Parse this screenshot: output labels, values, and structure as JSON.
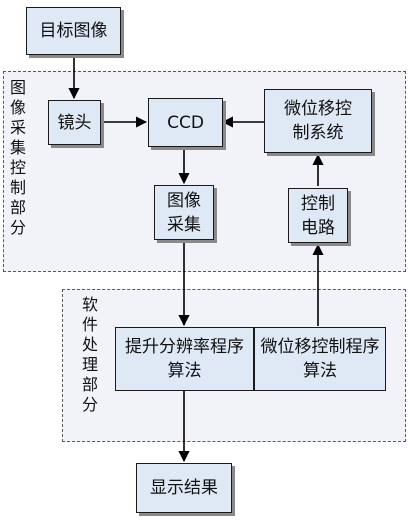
{
  "regions": {
    "capture": {
      "label": "图像采集控制部分"
    },
    "software": {
      "label": "软件处理部分"
    }
  },
  "nodes": {
    "target_image": "目标图像",
    "lens": "镜头",
    "ccd": "CCD",
    "micro_control_system": "微位移控制系统",
    "image_capture": "图像采集",
    "control_circuit": "控制电路",
    "resolution_algorithm": "提升分辨率程序算法",
    "micro_control_algorithm": "微位移控制程序算法",
    "display_result": "显示结果"
  },
  "edges": [
    {
      "from": "target_image",
      "to": "lens"
    },
    {
      "from": "lens",
      "to": "ccd"
    },
    {
      "from": "micro_control_system",
      "to": "ccd"
    },
    {
      "from": "ccd",
      "to": "image_capture"
    },
    {
      "from": "image_capture",
      "to": "resolution_algorithm"
    },
    {
      "from": "control_circuit",
      "to": "micro_control_system"
    },
    {
      "from": "micro_control_algorithm",
      "to": "control_circuit"
    },
    {
      "from": "resolution_algorithm",
      "to": "display_result"
    }
  ],
  "colors": {
    "node_fill": "#dfe8f5",
    "region_fill": "#f1f3f9",
    "line": "#000000",
    "region_border": "#5a5a5a"
  }
}
